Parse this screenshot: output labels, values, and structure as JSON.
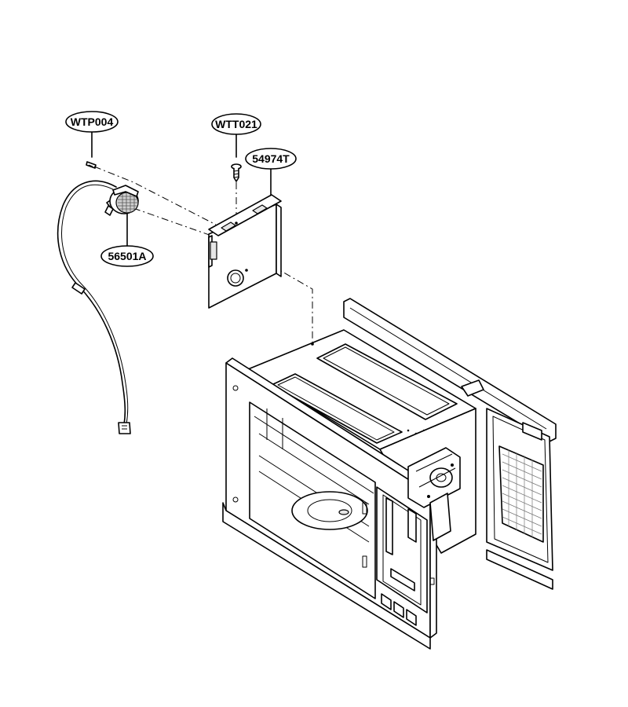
{
  "callouts": {
    "screw_left": "WTP004",
    "screw_center": "WTT021",
    "bracket": "54974T",
    "thermostat": "56501A"
  }
}
